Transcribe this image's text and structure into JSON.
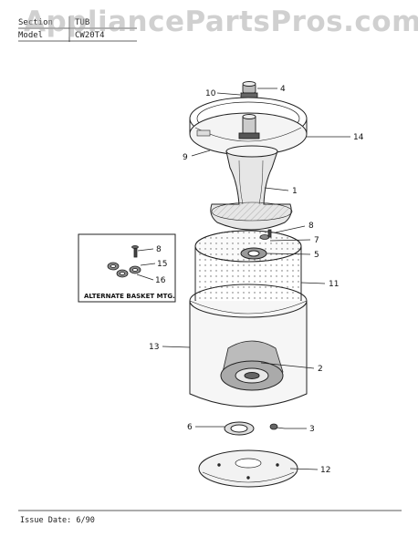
{
  "watermark": "AppliancePartsPros.com",
  "header": {
    "section_label": "Section",
    "section_value": "TUB",
    "model_label": "Model",
    "model_value": "CW20T4"
  },
  "inset_caption": "ALTERNATE BASKET MTG.",
  "callouts": {
    "c1": "1",
    "c2": "2",
    "c3": "3",
    "c4": "4",
    "c5": "5",
    "c6": "6",
    "c7": "7",
    "c8": "8",
    "c9": "9",
    "c10": "10",
    "c11": "11",
    "c12": "12",
    "c13": "13",
    "c14": "14",
    "inset8": "8",
    "inset15": "15",
    "inset16": "16"
  },
  "footer": "Issue Date: 6/90"
}
